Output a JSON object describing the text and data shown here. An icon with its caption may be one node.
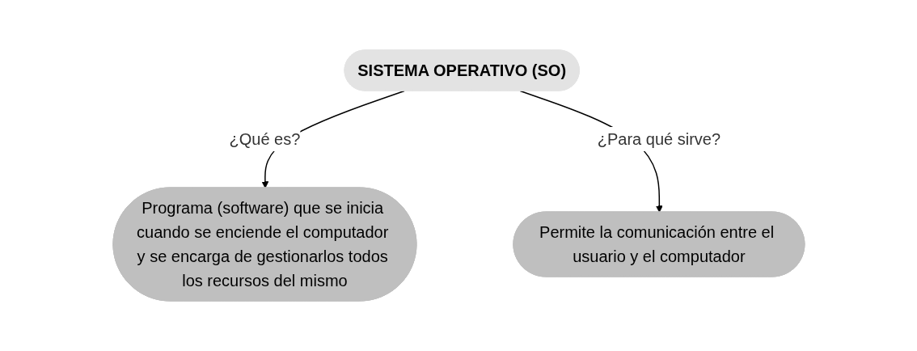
{
  "diagram": {
    "nodes": [
      {
        "text": [
          "SISTEMA OPERATIVO (SO)"
        ]
      },
      {
        "text": [
          "Programa (software) que se inicia cuando se enciende el computador y se encarga de gestionarlos todos los recursos del mismo"
        ]
      },
      {
        "text": [
          "Permite la comunicación entre el usuario y el computador"
        ]
      }
    ],
    "edges": [
      {
        "from": 0,
        "to": 1,
        "arrow": "to",
        "label": "¿Qué es?"
      },
      {
        "from": 0,
        "to": 2,
        "arrow": "to",
        "label": "¿Para qué sirve?"
      }
    ]
  }
}
